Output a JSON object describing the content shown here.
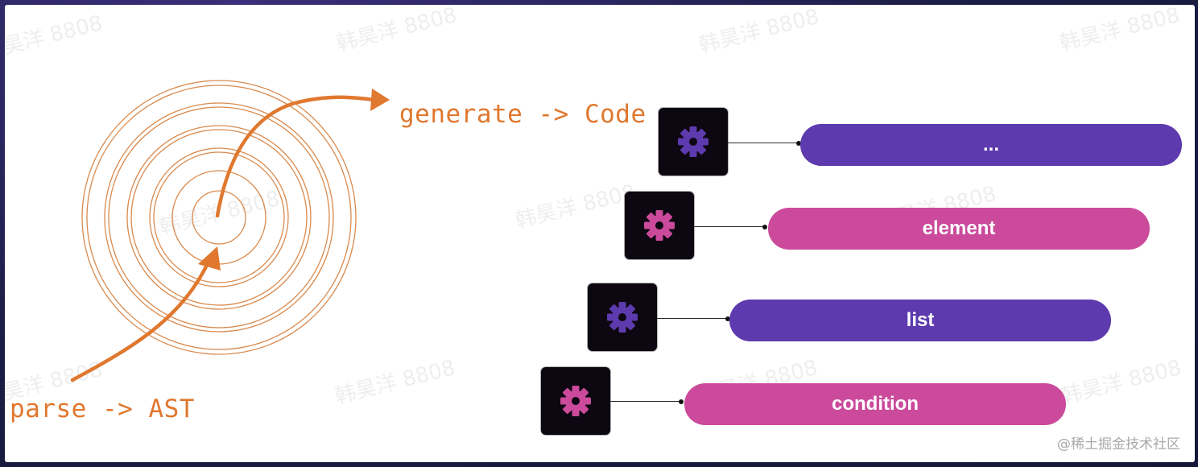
{
  "labels": {
    "generate": "generate -> Code",
    "parse": "parse -> AST"
  },
  "watermark_text": "韩昊洋 8808",
  "credit": "@稀土掘金技术社区",
  "colors": {
    "orange": "#e0782f",
    "ring": "#d98a4e",
    "purple": "#5d3aad",
    "magenta": "#cb4a9b",
    "icon_bg": "#0c0710"
  },
  "pipeline": [
    {
      "label": "...",
      "color": "purple",
      "icon": "gear-icon"
    },
    {
      "label": "element",
      "color": "magenta",
      "icon": "gear-icon"
    },
    {
      "label": "list",
      "color": "purple",
      "icon": "gear-icon"
    },
    {
      "label": "condition",
      "color": "magenta",
      "icon": "gear-icon"
    }
  ]
}
